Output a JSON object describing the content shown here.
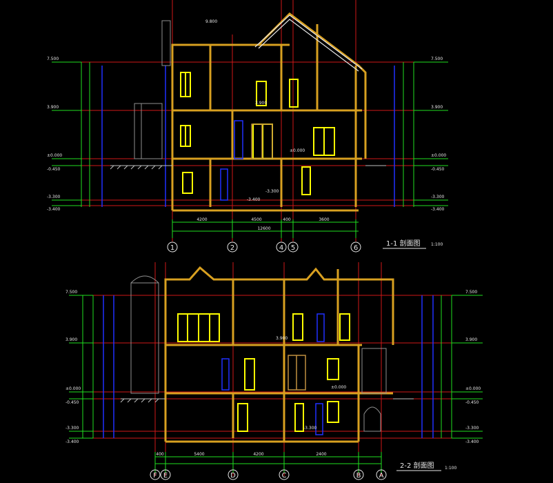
{
  "drawing": {
    "section1": {
      "title": "1-1 剖面图",
      "scale": "1:100",
      "grid_labels": [
        "1",
        "2",
        "4",
        "5",
        "6"
      ],
      "dims_bottom": [
        "4200",
        "4500",
        "400",
        "3600"
      ],
      "dim_total": "12600",
      "elev_left": [
        "7.500",
        "3.900",
        "±0.000",
        "-0.450",
        "-3.300",
        "-3.400"
      ],
      "elev_right": [
        "7.500",
        "3.900",
        "±0.000",
        "-0.450",
        "-3.300",
        "-3.400"
      ],
      "ridge_label": "9.800",
      "floor_marks": [
        "3.900",
        "±0.000",
        "-3.300",
        "-3.400"
      ]
    },
    "section2": {
      "title": "2-2 剖面图",
      "scale": "1:100",
      "grid_labels": [
        "F",
        "E",
        "D",
        "C",
        "B",
        "A"
      ],
      "dims_bottom": [
        "400",
        "5400",
        "4200",
        "2400"
      ],
      "elev_left": [
        "7.500",
        "3.900",
        "±0.000",
        "-0.450",
        "-3.300",
        "-3.400"
      ],
      "elev_right": [
        "7.500",
        "3.900",
        "±0.000",
        "-0.450",
        "-3.300",
        "-3.400"
      ],
      "floor_marks": [
        "3.900",
        "±0.000",
        "-3.300"
      ]
    }
  }
}
